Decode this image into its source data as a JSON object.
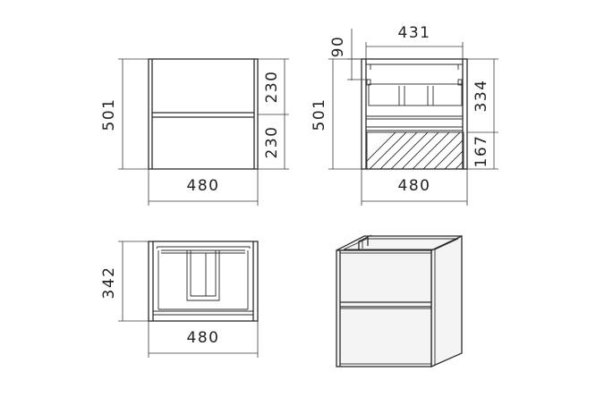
{
  "dimensions": {
    "front": {
      "width": "480",
      "height": "501",
      "upper_drawer": "230",
      "lower_drawer": "230"
    },
    "section": {
      "inner_width": "431",
      "top_offset": "90",
      "height": "501",
      "upper_height": "334",
      "lower_height": "167",
      "width": "480"
    },
    "plan": {
      "depth": "342",
      "width": "480"
    }
  }
}
